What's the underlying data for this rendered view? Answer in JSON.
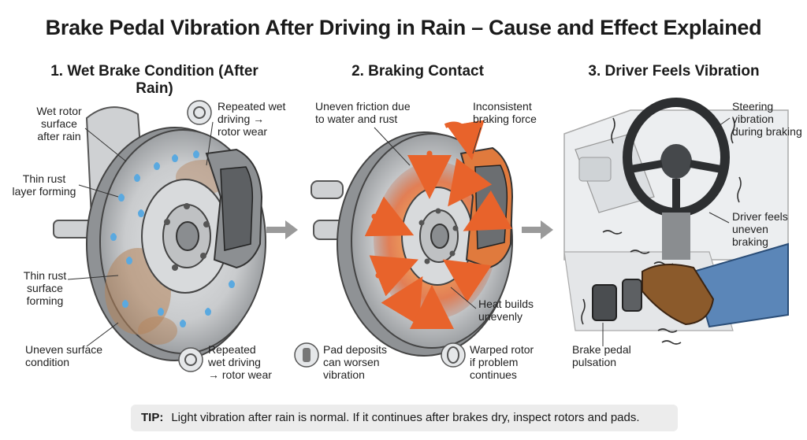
{
  "title": "Brake Pedal Vibration After Driving in Rain – Cause and Effect Explained",
  "panels": [
    {
      "heading": "1. Wet Brake Condition (After Rain)",
      "labels": {
        "wet_rotor": [
          "Wet rotor",
          "surface",
          "after rain"
        ],
        "rust_layer": [
          "Thin rust",
          "layer forming"
        ],
        "rust_surface": [
          "Thin rust",
          "surface",
          "forming"
        ],
        "uneven_surface": [
          "Uneven surface",
          "condition"
        ],
        "repeated_top": [
          "Repeated wet",
          "driving →",
          "rotor wear"
        ],
        "repeated_bottom": [
          "Repeated",
          "wet driving",
          "→ rotor wear"
        ]
      }
    },
    {
      "heading": "2. Braking Contact",
      "labels": {
        "uneven_friction": [
          "Uneven friction due",
          "to water and rust"
        ],
        "inconsistent": [
          "Inconsistent",
          "braking force"
        ],
        "heat": [
          "Heat builds",
          "unevenly"
        ],
        "pad_deposits": [
          "Pad deposits",
          "can worsen",
          "vibration"
        ],
        "warped": [
          "Warped rotor",
          "if problem",
          "continues"
        ]
      }
    },
    {
      "heading": "3. Driver Feels Vibration",
      "labels": {
        "steering": [
          "Steering",
          "vibration",
          "during braking"
        ],
        "driver_feels": [
          "Driver feels",
          "uneven",
          "braking"
        ],
        "pedal": [
          "Brake pedal",
          "pulsation"
        ]
      }
    }
  ],
  "tip": {
    "label": "TIP:",
    "text": "Light vibration after rain is normal. If it continues after brakes dry, inspect rotors and pads."
  },
  "colors": {
    "rotor": "#c9cbcd",
    "rust": "#b5835a",
    "water": "#5aa9e0",
    "heat": "#e8632b",
    "arrow": "#9a9a9a"
  }
}
